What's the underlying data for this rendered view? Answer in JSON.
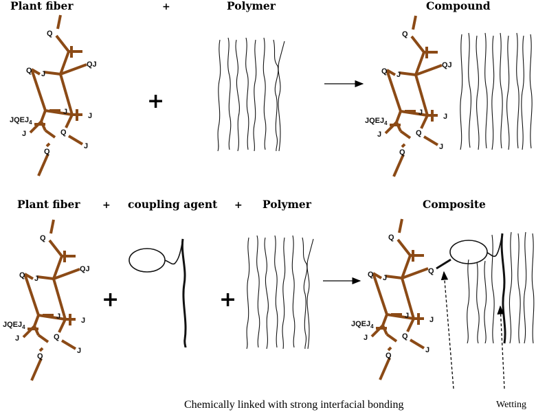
{
  "row1": {
    "fiber_title": "Plant fiber",
    "plus": "+",
    "polymer_title": "Polymer",
    "result_title": "Compound",
    "big_plus": "+"
  },
  "row2": {
    "fiber_title": "Plant fiber",
    "plus_a": "+",
    "agent_title": "coupling agent",
    "plus_b": "+",
    "polymer_title": "Polymer",
    "result_title": "Composite",
    "big_plus_a": "+",
    "big_plus_b": "+"
  },
  "molecule_labels": {
    "q": "Q",
    "qj": "QJ",
    "j": "J",
    "jqej_main": "JQEJ",
    "jqej_sub": "4"
  },
  "captions": {
    "bonding": "Chemically linked with strong interfacial bonding",
    "wetting": "Wetting"
  },
  "colors": {
    "fiber_bond": "#8B4A16",
    "polymer_chain": "#111111"
  }
}
